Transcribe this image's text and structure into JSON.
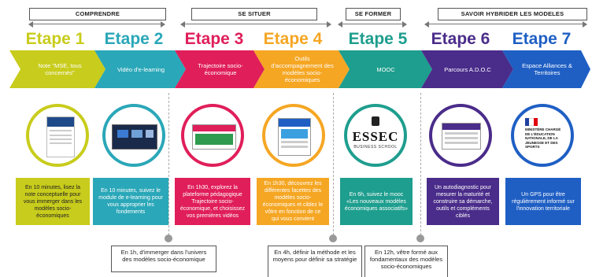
{
  "phases": [
    {
      "label": "COMPRENDRE"
    },
    {
      "label": "SE SITUER"
    },
    {
      "label": "SE FORMER"
    },
    {
      "label": "SAVOIR HYBRIDER LES MODELES"
    }
  ],
  "steps": [
    {
      "title": "Etape 1",
      "color": "#c8cc1c",
      "chevron_text": "Note \"MSE, tous concernés\"",
      "box_text": "En 10 minutes, lisez la note conceptuelle pour vous immerger dans les modèles socio-économiques"
    },
    {
      "title": "Etape 2",
      "color": "#2aa7b8",
      "chevron_text": "Vidéo d'e-learning",
      "box_text": "En 10 minutes, suivez le module de e-learning pour vous approprier les fondements"
    },
    {
      "title": "Etape 3",
      "color": "#e01e5a",
      "chevron_text": "Trajectoire socio-économique",
      "box_text": "En 1h30, explorez la plateforme pédagogique Trajectoire socio-économique, et choisissez vos premières vidéos"
    },
    {
      "title": "Etape 4",
      "color": "#f5a623",
      "chevron_text": "Outils d'accompagnement des modèles socio-économiques",
      "box_text": "En 1h30, découvrez les différentes facettes des modèles socio-économiques et ciblez le vôtre en fonction de ce qui vous convient"
    },
    {
      "title": "Etape 5",
      "color": "#1e9e8e",
      "chevron_text": "MOOC",
      "box_text": "En 6h, suivez le mooc «Les nouveaux modèles économiques associatifs»"
    },
    {
      "title": "Etape 6",
      "color": "#4a2c8a",
      "chevron_text": "Parcours A.D.O.C",
      "box_text": "Un autodiagnostic pour mesurer la maturité et construire sa démarche, outils et compléments ciblés"
    },
    {
      "title": "Etape 7",
      "color": "#1f5fc4",
      "chevron_text": "Espace Alliances & Territoires",
      "box_text": "Un GPS pour être régulièrement informé sur l'innovation territoriale"
    }
  ],
  "notes": [
    {
      "text": "En 1h, d'immerger dans l'univers des modèles socio-économique"
    },
    {
      "text": "En 4h, définir la méthode et les moyens pour définir sa stratégie"
    },
    {
      "text": "En 12h, vêtre formé aux fondamentaux des modèles socio-économiques"
    }
  ],
  "logos": {
    "essec_name": "ESSEC",
    "essec_sub": "BUSINESS SCHOOL",
    "ministere": "MINISTÈRE CHARGÉ DE L'ÉDUCATION NATIONALE, DE LA JEUNESSE ET DES SPORTS"
  }
}
